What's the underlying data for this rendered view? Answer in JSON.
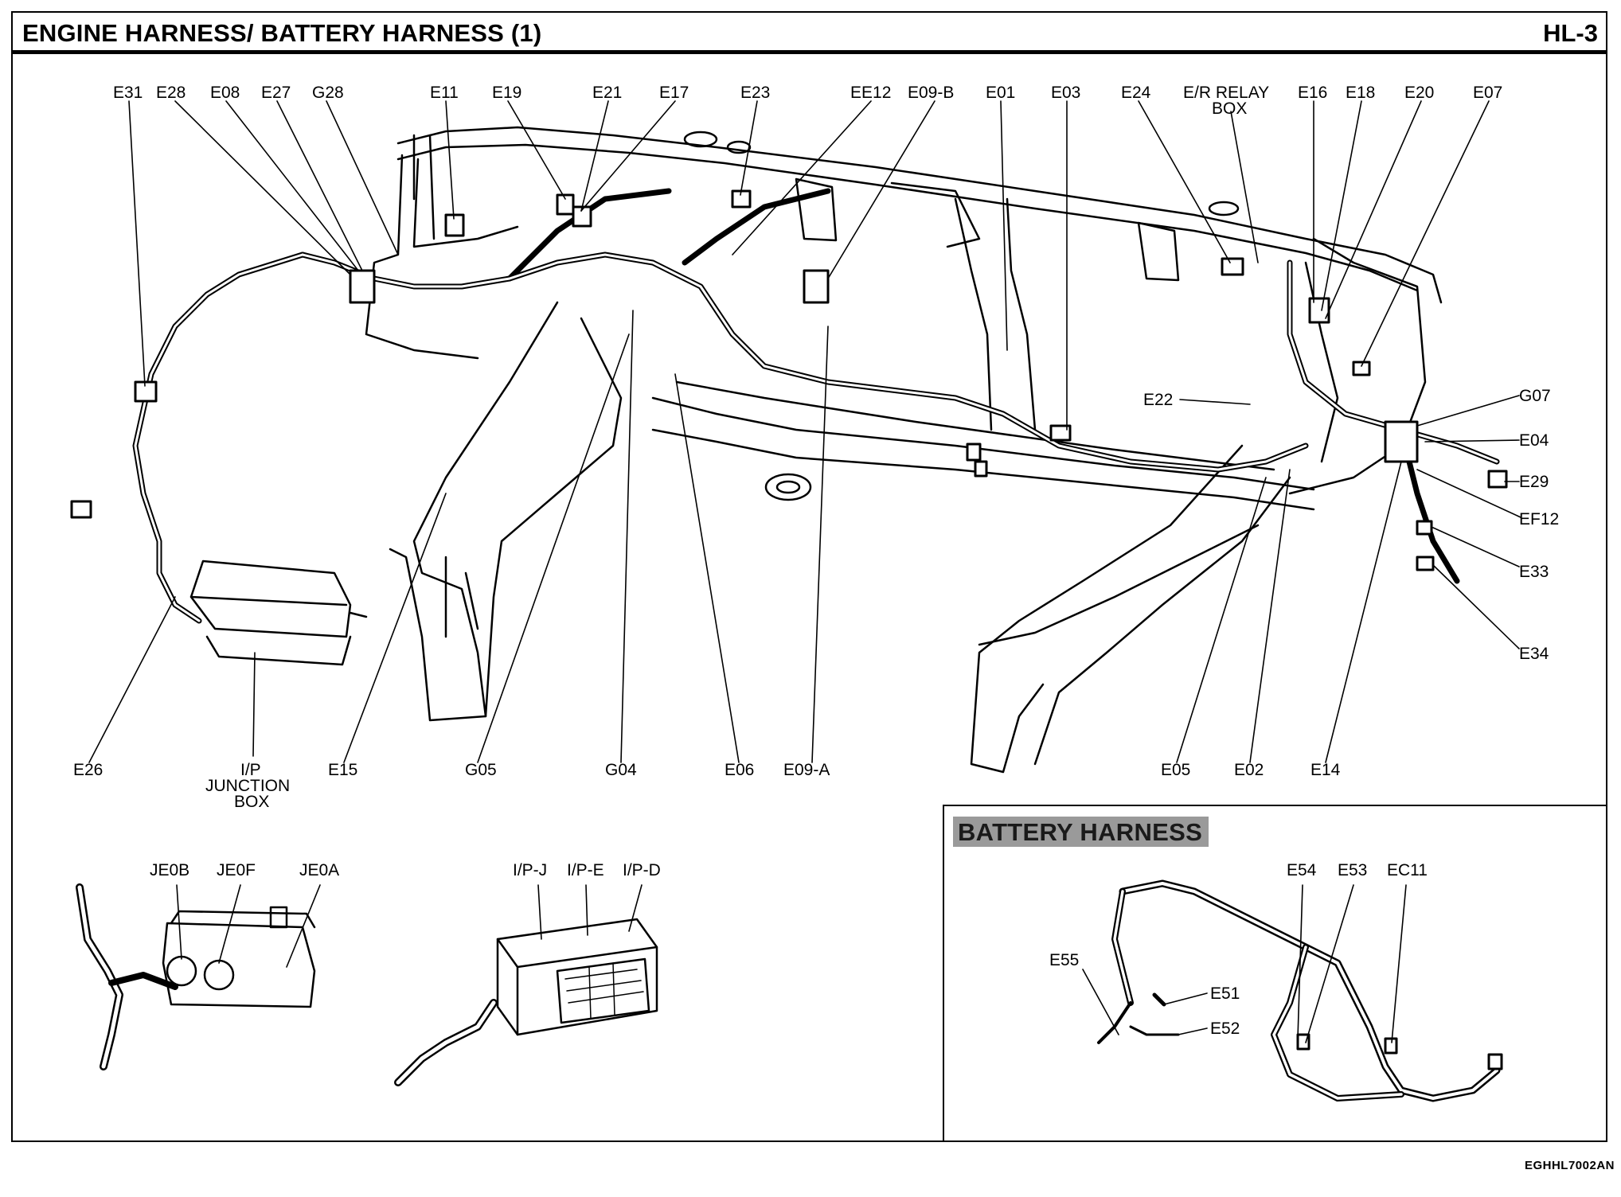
{
  "header": {
    "title": "ENGINE HARNESS/ BATTERY HARNESS (1)",
    "page_code": "HL-3"
  },
  "battery_section": {
    "title": "BATTERY HARNESS"
  },
  "drawing_code": "EGHHL7002AN",
  "labels": {
    "e31": "E31",
    "e28": "E28",
    "e08": "E08",
    "e27": "E27",
    "g28": "G28",
    "e11": "E11",
    "e19": "E19",
    "e21": "E21",
    "e17": "E17",
    "e23": "E23",
    "ee12": "EE12",
    "e09b": "E09-B",
    "e01": "E01",
    "e03": "E03",
    "e24": "E24",
    "er_relay_1": "E/R RELAY",
    "er_relay_2": "BOX",
    "e16": "E16",
    "e18": "E18",
    "e20": "E20",
    "e07": "E07",
    "g07": "G07",
    "e04": "E04",
    "e29": "E29",
    "ef12": "EF12",
    "e33": "E33",
    "e34": "E34",
    "e22": "E22",
    "e26": "E26",
    "ip_jb_1": "I/P",
    "ip_jb_2": "JUNCTION",
    "ip_jb_3": "BOX",
    "e15": "E15",
    "g05": "G05",
    "g04": "G04",
    "e06": "E06",
    "e09a": "E09-A",
    "e05": "E05",
    "e02": "E02",
    "e14": "E14",
    "je0b": "JE0B",
    "je0f": "JE0F",
    "je0a": "JE0A",
    "ipj": "I/P-J",
    "ipe": "I/P-E",
    "ipd": "I/P-D",
    "e54": "E54",
    "e53": "E53",
    "ec11": "EC11",
    "e55": "E55",
    "e51": "E51",
    "e52": "E52"
  }
}
